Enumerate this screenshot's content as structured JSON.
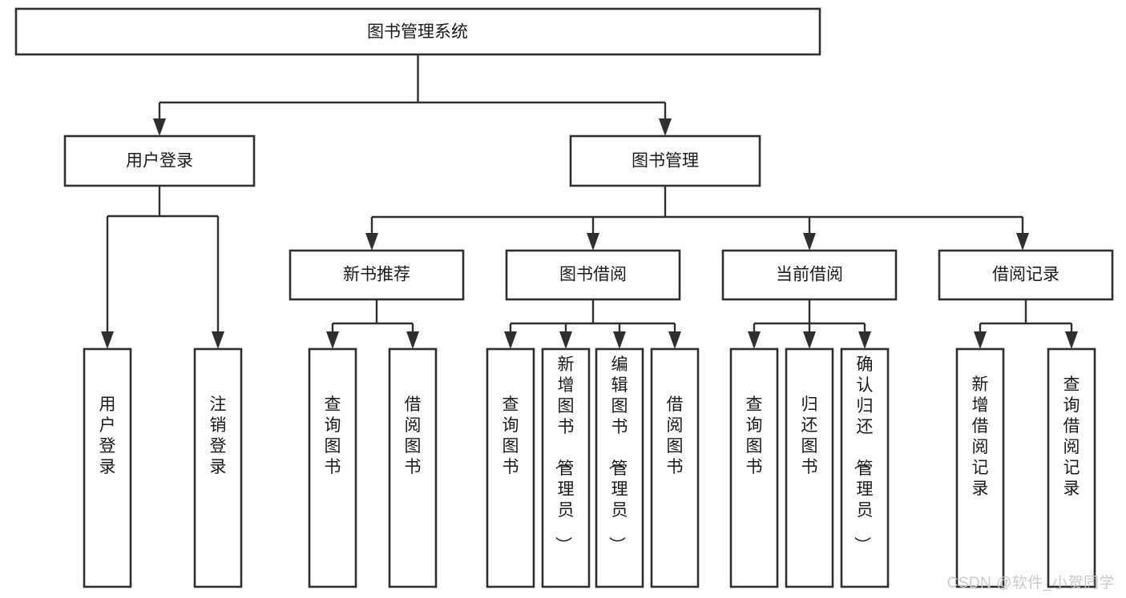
{
  "diagram": {
    "type": "tree-hierarchy-flowchart",
    "title": "图书管理系统",
    "watermark": "CSDN @软件_小贺同学",
    "colors": {
      "box_stroke": "#2f2f2f",
      "box_fill": "#ffffff",
      "connector": "#2f2f2f",
      "text": "#1a1a1a",
      "background": "#ffffff",
      "watermark": "#c9c9c9"
    },
    "nodes": {
      "root": {
        "label": "图书管理系统"
      },
      "level2": [
        {
          "label": "用户登录"
        },
        {
          "label": "图书管理"
        }
      ],
      "level3": [
        {
          "label": "新书推荐"
        },
        {
          "label": "图书借阅"
        },
        {
          "label": "当前借阅"
        },
        {
          "label": "借阅记录"
        }
      ],
      "leaves": {
        "user_login": [
          {
            "label": "用户登录"
          },
          {
            "label": "注销登录"
          }
        ],
        "new_book_recommend": [
          {
            "label": "查询图书"
          },
          {
            "label": "借阅图书"
          }
        ],
        "book_borrow": [
          {
            "label": "查询图书"
          },
          {
            "label": "新增图书（管理员）"
          },
          {
            "label": "编辑图书（管理员）"
          },
          {
            "label": "借阅图书"
          }
        ],
        "current_borrow": [
          {
            "label": "查询图书"
          },
          {
            "label": "归还图书"
          },
          {
            "label": "确认归还（管理员）"
          }
        ],
        "borrow_record": [
          {
            "label": "新增借阅记录"
          },
          {
            "label": "查询借阅记录"
          }
        ]
      }
    }
  }
}
